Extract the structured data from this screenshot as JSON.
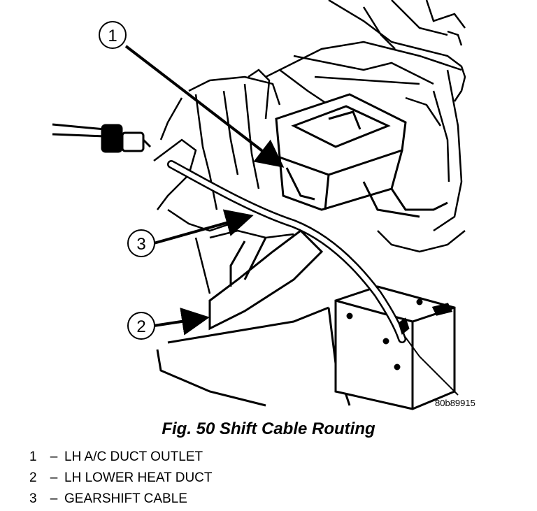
{
  "figure": {
    "id": "80b89915",
    "caption": "Fig. 50 Shift Cable Routing"
  },
  "callouts": [
    {
      "number": "1",
      "label": "LH A/C DUCT OUTLET"
    },
    {
      "number": "2",
      "label": "LH LOWER HEAT DUCT"
    },
    {
      "number": "3",
      "label": "GEARSHIFT CABLE"
    }
  ],
  "legend_separator": "–"
}
